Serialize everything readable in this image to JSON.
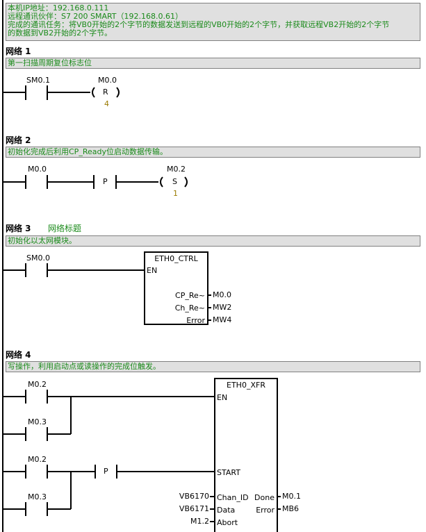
{
  "header_comment": {
    "lines": [
      "本机IP地址：192.168.0.111",
      "远程通讯伙伴：S7 200 SMART（192.168.0.61）",
      "完成的通讯任务：将VB0开始的2个字节的数据发送到远程的VB0开始的2个字节，并获取远程VB2开始的2个字节",
      "的数据到VB2开始的2个字节。"
    ]
  },
  "networks": [
    {
      "title": "网络 1",
      "comment": "第一扫描周期复位标志位",
      "contacts": [
        {
          "address": "SM0.1"
        }
      ],
      "coil": {
        "address": "M0.0",
        "type": "R",
        "count": "4"
      }
    },
    {
      "title": "网络 2",
      "comment": "初始化完成后利用CP_Ready位启动数据传输。",
      "contacts": [
        {
          "address": "M0.0"
        }
      ],
      "edge": "P",
      "coil": {
        "address": "M0.2",
        "type": "S",
        "count": "1"
      }
    },
    {
      "title": "网络 3",
      "subtitle": "网络标题",
      "comment": "初始化以太网模块。",
      "contacts": [
        {
          "address": "SM0.0"
        }
      ],
      "block": {
        "name": "ETH0_CTRL",
        "en": "EN",
        "outputs": [
          {
            "pin": "CP_Re~",
            "value": "M0.0"
          },
          {
            "pin": "Ch_Re~",
            "value": "MW2"
          },
          {
            "pin": "Error",
            "value": "MW4"
          }
        ]
      }
    },
    {
      "title": "网络 4",
      "comment": "写操作，利用启动点或读操作的完成位触发。",
      "contacts": [
        {
          "address": "M0.2"
        },
        {
          "address": "M0.3"
        },
        {
          "address": "M0.2"
        },
        {
          "address": "M0.3"
        }
      ],
      "edge": "P",
      "block": {
        "name": "ETH0_XFR",
        "en": "EN",
        "start": "START",
        "inputs": [
          {
            "pin": "Chan_ID",
            "value": "VB6170"
          },
          {
            "pin": "Data",
            "value": "VB6171"
          },
          {
            "pin": "Abort",
            "value": "M1.2"
          }
        ],
        "outputs": [
          {
            "pin": "Done",
            "value": "M0.1"
          },
          {
            "pin": "Error",
            "value": "MB6"
          }
        ]
      }
    }
  ]
}
